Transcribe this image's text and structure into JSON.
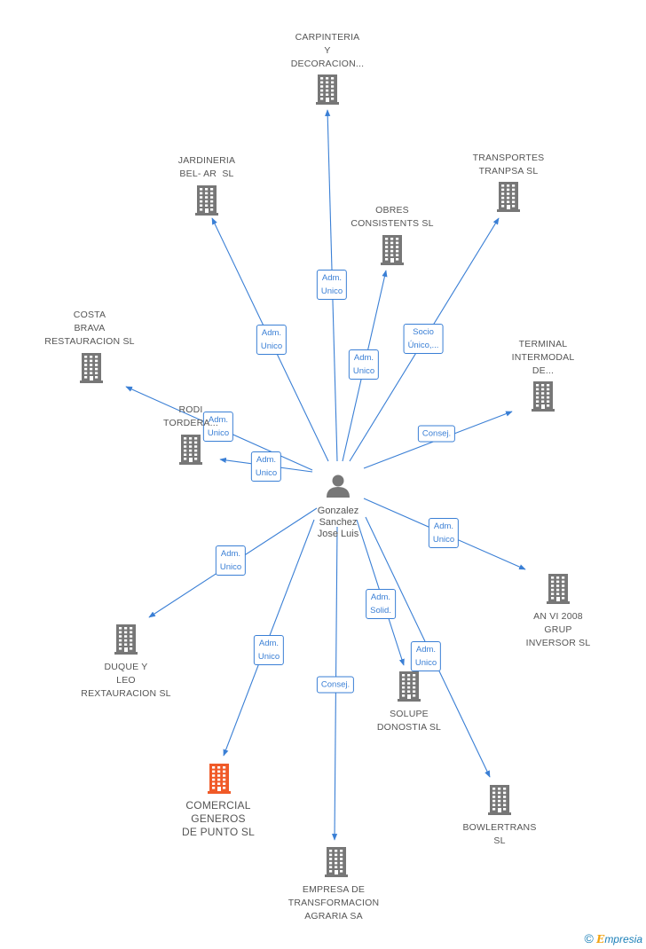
{
  "center": {
    "label": "Gonzalez\nSanchez\nJose Luis"
  },
  "colors": {
    "edge": "#3a7fd5",
    "building": "#777777",
    "highlight": "#f05a28"
  },
  "nodes": [
    {
      "id": "carpinteria",
      "label": "CARPINTERIA\nY\nDECORACION...",
      "highlight": false
    },
    {
      "id": "jardineria",
      "label": "JARDINERIA\nBEL- AR  SL",
      "highlight": false
    },
    {
      "id": "transportes",
      "label": "TRANSPORTES\nTRANPSA SL",
      "highlight": false
    },
    {
      "id": "obres",
      "label": "OBRES\nCONSISTENTS SL",
      "highlight": false
    },
    {
      "id": "costa",
      "label": "COSTA\nBRAVA\nRESTAURACION SL",
      "highlight": false
    },
    {
      "id": "terminal",
      "label": "TERMINAL\nINTERMODAL\nDE...",
      "highlight": false
    },
    {
      "id": "rodi",
      "label": "RODI\nTORDERA...",
      "highlight": false
    },
    {
      "id": "anvi",
      "label": "AN VI 2008\nGRUP\nINVERSOR SL",
      "highlight": false
    },
    {
      "id": "duque",
      "label": "DUQUE Y\nLEO\nREXTAURACION SL",
      "highlight": false
    },
    {
      "id": "solupe",
      "label": "SOLUPE\nDONOSTIA SL",
      "highlight": false
    },
    {
      "id": "comercial",
      "label": "COMERCIAL\nGENEROS\nDE PUNTO SL",
      "highlight": true
    },
    {
      "id": "bowlertrans",
      "label": "BOWLERTRANS\nSL",
      "highlight": false
    },
    {
      "id": "empresa",
      "label": "EMPRESA DE\nTRANSFORMACION\nAGRARIA SA",
      "highlight": false
    }
  ],
  "edges": [
    {
      "to": "carpinteria",
      "label": "Adm.\nUnico"
    },
    {
      "to": "jardineria",
      "label": "Adm.\nUnico"
    },
    {
      "to": "obres",
      "label": "Adm.\nUnico"
    },
    {
      "to": "transportes",
      "label": "Socio\nÚnico,..."
    },
    {
      "to": "terminal",
      "label": "Consej."
    },
    {
      "to": "costa",
      "label": "Adm.\nUnico"
    },
    {
      "to": "rodi",
      "label": "Adm.\nUnico"
    },
    {
      "to": "anvi",
      "label": "Adm.\nUnico"
    },
    {
      "to": "duque",
      "label": "Adm.\nUnico"
    },
    {
      "to": "solupe",
      "label": "Adm.\nSolid."
    },
    {
      "to": "bowlertrans",
      "label": "Adm.\nUnico"
    },
    {
      "to": "comercial",
      "label": "Adm.\nUnico"
    },
    {
      "to": "empresa",
      "label": "Consej."
    }
  ],
  "footer": {
    "copyright": "©",
    "brand_first": "E",
    "brand_rest": "mpresia"
  }
}
